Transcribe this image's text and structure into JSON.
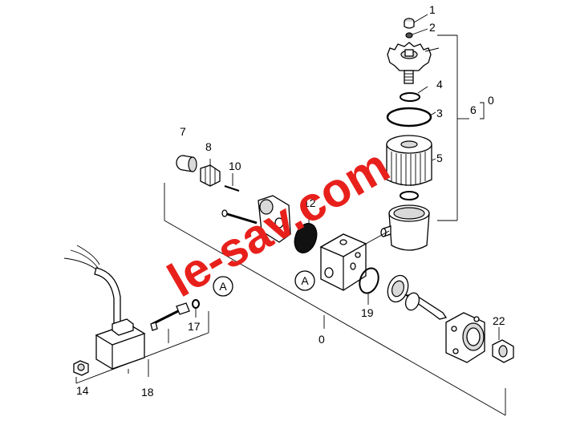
{
  "callouts": {
    "p1": "1",
    "p2": "2",
    "p3": "3",
    "p4": "4",
    "p5": "5",
    "p6": "6",
    "p6_ref": "0",
    "p7": "7",
    "p8": "8",
    "p10": "10",
    "p12": "12",
    "p14": "14",
    "p17": "17",
    "p18": "18",
    "p19": "19",
    "p22": "22",
    "p0_main": "0"
  },
  "markers": {
    "a_left": "A",
    "a_right": "A"
  },
  "watermark": {
    "text": "le-sav.com",
    "color": "#e8201c"
  }
}
